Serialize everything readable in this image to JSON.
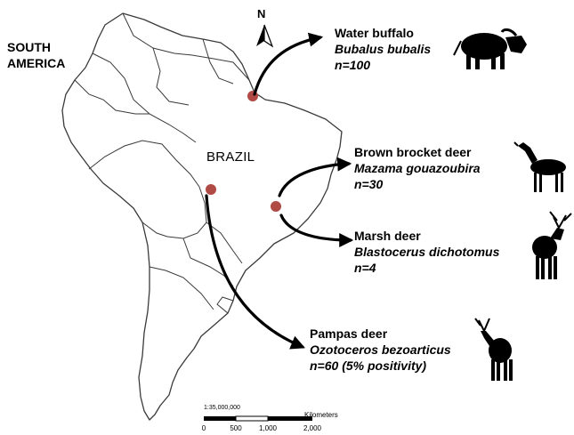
{
  "map": {
    "continent_label": "SOUTH AMERICA",
    "country_label": "BRAZIL",
    "north_label": "N"
  },
  "species": [
    {
      "common": "Water buffalo",
      "latin": "Bubalus bubalis",
      "n": "n=100",
      "icon": "water-buffalo-silhouette"
    },
    {
      "common": "Brown brocket deer",
      "latin": "Mazama gouazoubira",
      "n": "n=30",
      "icon": "brown-brocket-deer-silhouette"
    },
    {
      "common": "Marsh deer",
      "latin": "Blastocerus dichotomus",
      "n": "n=4",
      "icon": "marsh-deer-silhouette"
    },
    {
      "common": "Pampas deer",
      "latin": "Ozotoceros bezoarticus",
      "n": "n=60 (5% positivity)",
      "icon": "pampas-deer-silhouette"
    }
  ],
  "scalebar": {
    "scale": "1:35,000,000",
    "unit": "Kilometers",
    "ticks": [
      "0",
      "500",
      "1,000",
      "2,000"
    ]
  },
  "colors": {
    "site_marker": "#b04a45",
    "outline": "#3a3a3a",
    "arrow": "#000000"
  }
}
